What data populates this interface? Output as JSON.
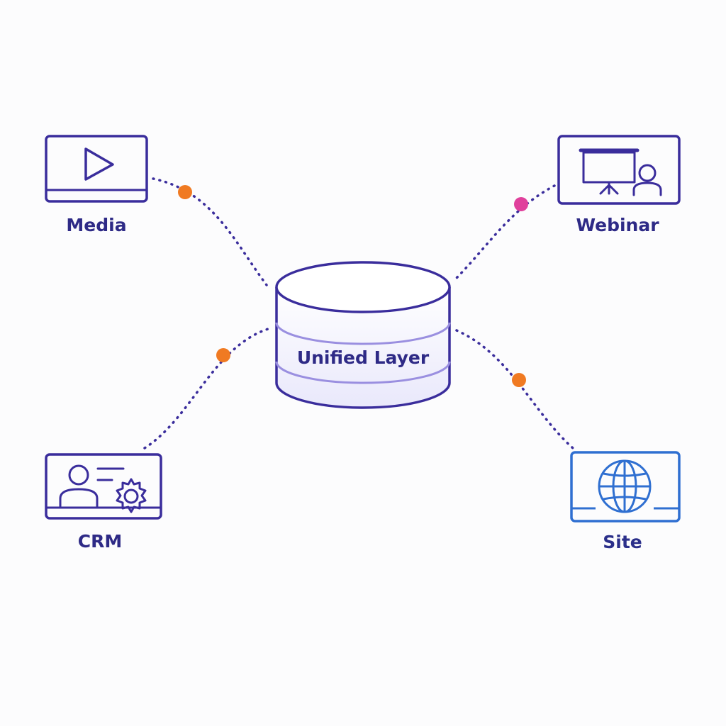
{
  "hub": {
    "label": "Unified Layer"
  },
  "nodes": {
    "media": {
      "label": "Media",
      "icon": "play-icon"
    },
    "webinar": {
      "label": "Webinar",
      "icon": "presentation-icon"
    },
    "crm": {
      "label": "CRM",
      "icon": "user-gear-icon"
    },
    "site": {
      "label": "Site",
      "icon": "globe-icon"
    }
  },
  "colors": {
    "line": "#3a2d9c",
    "site_accent": "#2f6fd1",
    "dot_orange": "#f07a22",
    "dot_pink": "#e0409c",
    "hub_fill": "#eeeefb"
  }
}
